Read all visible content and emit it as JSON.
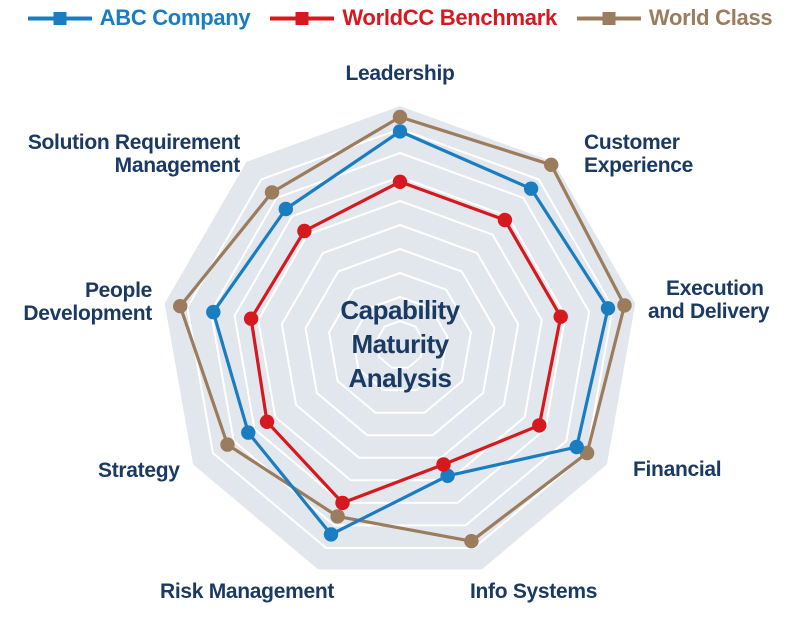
{
  "legend": {
    "items": [
      {
        "label": "ABC Company",
        "color": "#1a7dc2"
      },
      {
        "label": "WorldCC Benchmark",
        "color": "#d6191e"
      },
      {
        "label": "World Class",
        "color": "#9b7c5d"
      }
    ]
  },
  "center_title": {
    "line1": "Capability",
    "line2": "Maturity",
    "line3": "Analysis"
  },
  "labels": {
    "leadership": {
      "line1": "Leadership"
    },
    "customer_experience": {
      "line1": "Customer",
      "line2": "Experience"
    },
    "execution_delivery": {
      "line1": "Execution",
      "line2": "and Delivery"
    },
    "financial": {
      "line1": "Financial"
    },
    "info_systems": {
      "line1": "Info Systems"
    },
    "risk_management": {
      "line1": "Risk Management"
    },
    "strategy": {
      "line1": "Strategy"
    },
    "people_development": {
      "line1": "People",
      "line2": "Development"
    },
    "solution_requirement": {
      "line1": "Solution Requirement",
      "line2": "Management"
    }
  },
  "colors": {
    "axis_label": "#1a3a64",
    "ring_fill": "#e2e6ed",
    "ring_line": "#ffffff",
    "background": "#ffffff"
  },
  "chart_data": {
    "type": "radar",
    "title": "Capability Maturity Analysis",
    "legend_position": "top",
    "categories": [
      "Leadership",
      "Customer Experience",
      "Execution and Delivery",
      "Financial",
      "Info Systems",
      "Risk Management",
      "Strategy",
      "People Development",
      "Solution Requirement Management"
    ],
    "scale": {
      "min": 0,
      "max": 10,
      "rings": 10
    },
    "start_angle_deg": 90,
    "direction": "clockwise",
    "grid": "concentric-polygons-no-spokes",
    "series": [
      {
        "name": "ABC Company",
        "color": "#1a7dc2",
        "values": [
          8.9,
          8.5,
          8.8,
          8.5,
          5.8,
          8.4,
          7.3,
          7.9,
          7.4
        ]
      },
      {
        "name": "WorldCC Benchmark",
        "color": "#d6191e",
        "values": [
          6.8,
          6.8,
          6.8,
          6.7,
          5.3,
          7.0,
          6.4,
          6.3,
          6.2
        ]
      },
      {
        "name": "World Class",
        "color": "#9b7c5d",
        "values": [
          9.5,
          9.8,
          9.5,
          9.0,
          8.7,
          7.6,
          8.3,
          9.3,
          8.3
        ]
      }
    ],
    "draw_order": [
      2,
      0,
      1
    ]
  }
}
